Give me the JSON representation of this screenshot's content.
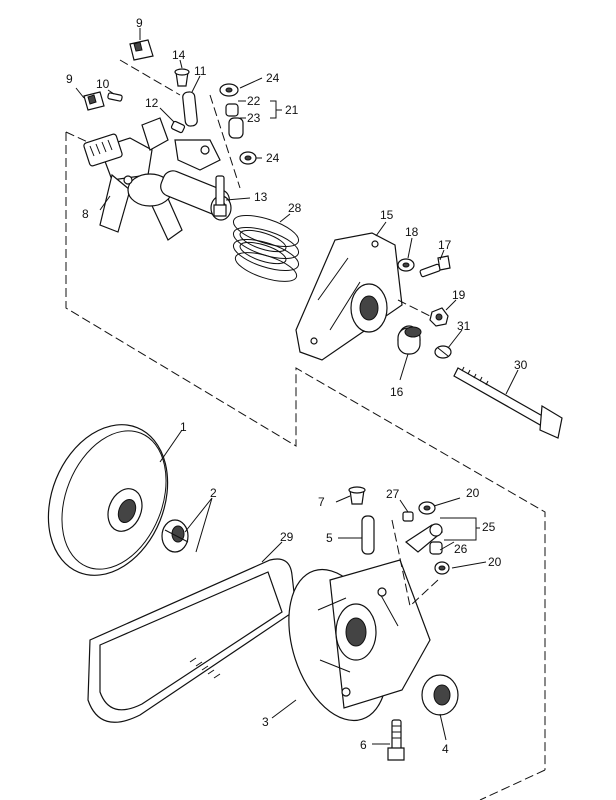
{
  "callouts": {
    "c1": "1",
    "c2": "2",
    "c3": "3",
    "c4": "4",
    "c5": "5",
    "c6": "6",
    "c7": "7",
    "c8": "8",
    "c9a": "9",
    "c9b": "9",
    "c10": "10",
    "c11": "11",
    "c12": "12",
    "c13": "13",
    "c14": "14",
    "c15": "15",
    "c16": "16",
    "c17": "17",
    "c18": "18",
    "c19": "19",
    "c20a": "20",
    "c20b": "20",
    "c21": "21",
    "c22": "22",
    "c23": "23",
    "c24a": "24",
    "c24b": "24",
    "c25": "25",
    "c26": "26",
    "c27": "27",
    "c28": "28",
    "c29": "29",
    "c30": "30",
    "c31": "31"
  },
  "parts": [
    {
      "id": "1",
      "name": "movable-sheave"
    },
    {
      "id": "2",
      "name": "bushing-pair"
    },
    {
      "id": "3",
      "name": "fixed-sheave-housing"
    },
    {
      "id": "4",
      "name": "bushing"
    },
    {
      "id": "5",
      "name": "pin"
    },
    {
      "id": "6",
      "name": "bolt"
    },
    {
      "id": "7",
      "name": "plug"
    },
    {
      "id": "8",
      "name": "spider-hub"
    },
    {
      "id": "9",
      "name": "slider-block"
    },
    {
      "id": "10",
      "name": "roll-pin"
    },
    {
      "id": "11",
      "name": "pin"
    },
    {
      "id": "12",
      "name": "set-screw"
    },
    {
      "id": "13",
      "name": "bolt"
    },
    {
      "id": "14",
      "name": "plug"
    },
    {
      "id": "15",
      "name": "cover"
    },
    {
      "id": "16",
      "name": "bushing"
    },
    {
      "id": "17",
      "name": "bolt"
    },
    {
      "id": "18",
      "name": "washer"
    },
    {
      "id": "19",
      "name": "nut"
    },
    {
      "id": "20",
      "name": "washer"
    },
    {
      "id": "21",
      "name": "roller-assembly"
    },
    {
      "id": "22",
      "name": "roller"
    },
    {
      "id": "23",
      "name": "bushing"
    },
    {
      "id": "24",
      "name": "washer"
    },
    {
      "id": "25",
      "name": "arm-assembly"
    },
    {
      "id": "26",
      "name": "roller"
    },
    {
      "id": "27",
      "name": "set-screw"
    },
    {
      "id": "28",
      "name": "spring"
    },
    {
      "id": "29",
      "name": "drive-belt"
    },
    {
      "id": "30",
      "name": "bolt"
    },
    {
      "id": "31",
      "name": "washer"
    }
  ]
}
